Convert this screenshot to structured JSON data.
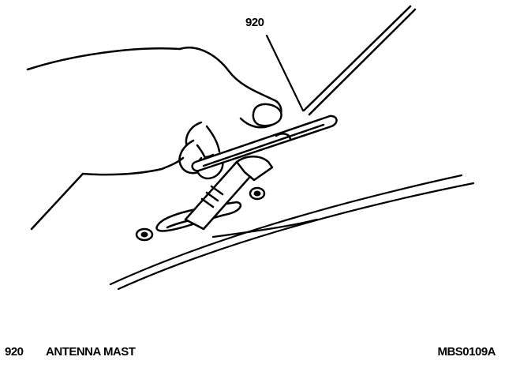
{
  "callout": {
    "number": "920"
  },
  "legend": {
    "items": [
      {
        "number": "920",
        "label": "ANTENNA MAST"
      }
    ]
  },
  "figure_id": "MBS0109A"
}
